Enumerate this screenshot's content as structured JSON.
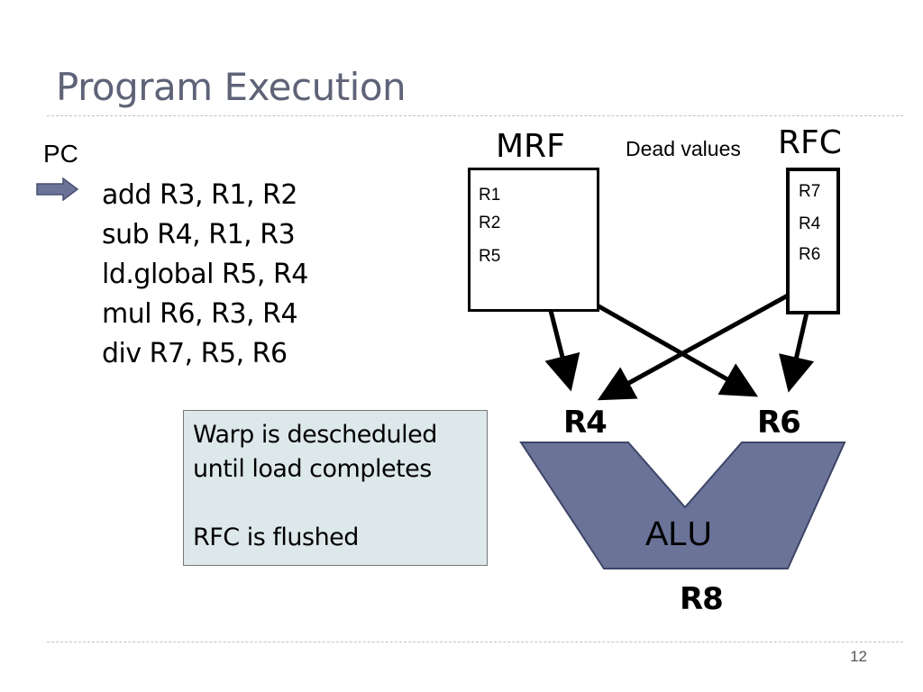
{
  "slide": {
    "title": "Program Execution",
    "page_number": "12"
  },
  "code": {
    "pc_label": "PC",
    "instructions": [
      "add R3, R1, R2",
      "sub R4, R1, R3",
      "ld.global R5, R4",
      "mul R6, R3, R4",
      "div R7, R5, R6"
    ]
  },
  "note": {
    "line1": "Warp is descheduled",
    "line2": "until load completes",
    "line3": "RFC is flushed"
  },
  "diagram": {
    "mrf_label": "MRF",
    "rfc_label": "RFC",
    "dead_values_label": "Dead values",
    "mrf_registers": [
      "R1",
      "R2",
      "R5"
    ],
    "rfc_registers": [
      "R7",
      "R4",
      "R6"
    ],
    "alu_label": "ALU",
    "left_operand": "R4",
    "right_operand": "R6",
    "result": "R8"
  },
  "colors": {
    "title": "#5f6378",
    "alu_fill": "#6b7399",
    "note_fill": "#dde8ea",
    "pc_arrow": "#6b7399"
  }
}
